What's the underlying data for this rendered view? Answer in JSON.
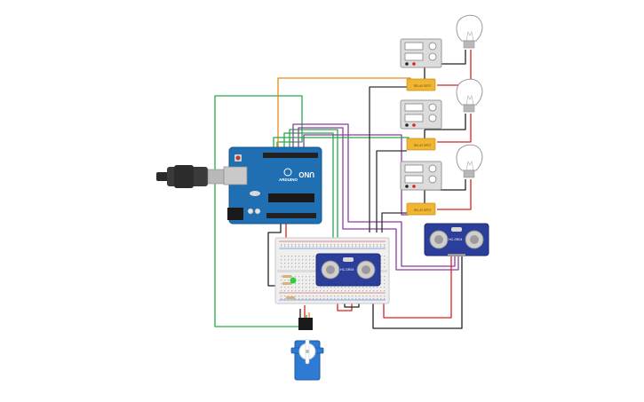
{
  "arduino": {
    "brand_label": "ARDUINO",
    "model_label": "UNO"
  },
  "sensors": [
    {
      "label": "HC-SR04"
    },
    {
      "label": "HC-SR04"
    }
  ],
  "relays": [
    {
      "label": "RELAY SPDT"
    },
    {
      "label": "RELAY SPDT"
    },
    {
      "label": "RELAY SPDT"
    }
  ],
  "power_supplies": 3,
  "bulbs": 3,
  "colors": {
    "board": "#1f6fb2",
    "sensor": "#2b3f9a",
    "relay": "#f1b534",
    "servo": "#2f7bd3",
    "wire_green": "#2ba84a",
    "wire_purple": "#8a3ea0",
    "wire_orange": "#e88a1a",
    "wire_red": "#d92222",
    "wire_black": "#222222"
  }
}
